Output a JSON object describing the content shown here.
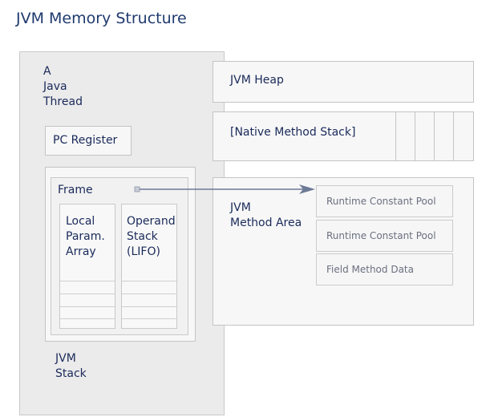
{
  "title": "JVM Memory Structure",
  "thread": {
    "label_line1": "A",
    "label_line2": "Java",
    "label_line3": "Thread"
  },
  "pc_register": "PC Register",
  "jvm_stack": {
    "frame_label": "Frame",
    "local_line1": "Local",
    "local_line2": "Param.",
    "local_line3": "Array",
    "operand_line1": "Operand",
    "operand_line2": "Stack",
    "operand_line3": "(LIFO)",
    "label_line1": "JVM",
    "label_line2": "Stack"
  },
  "heap": "JVM Heap",
  "native_stack": "[Native Method Stack]",
  "method_area": {
    "label_line1": "JVM",
    "label_line2": "Method Area",
    "items": [
      "Runtime Constant Pool",
      "Runtime Constant Pool",
      "Field Method Data"
    ]
  },
  "colors": {
    "title": "#1f3a6e",
    "text": "#1a2a5a",
    "box": "#f7f7f7",
    "thread_bg": "#ebebeb",
    "arrow": "#6d7a96"
  }
}
